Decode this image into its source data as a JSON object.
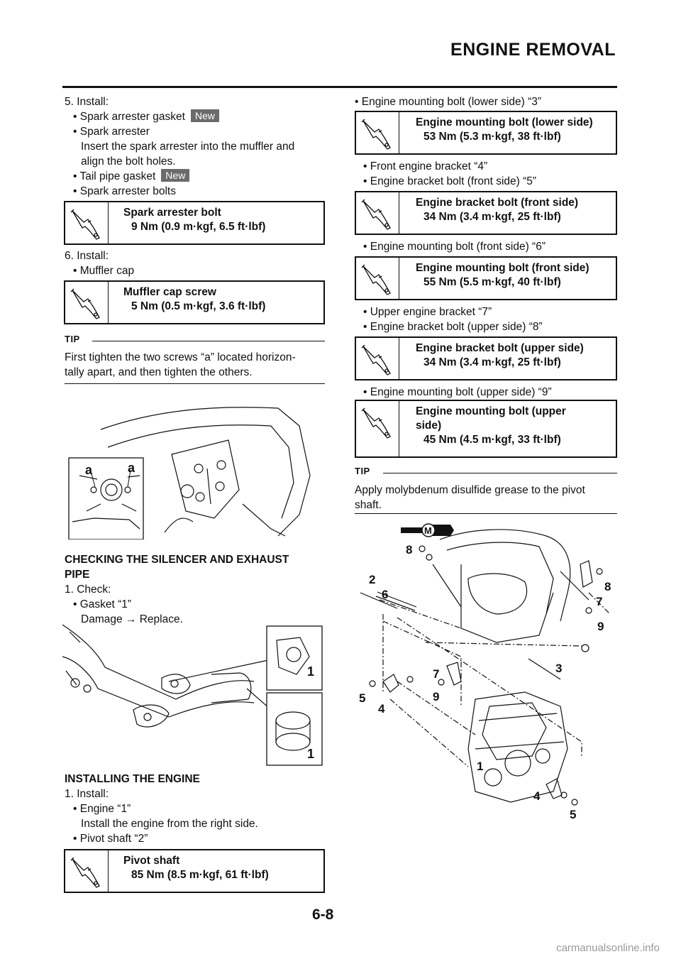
{
  "header": {
    "title": "ENGINE REMOVAL"
  },
  "left": {
    "step5": {
      "heading": "5.  Install:",
      "items": [
        {
          "text": "• Spark arrester gasket",
          "badge": "New"
        },
        {
          "text": "• Spark arrester"
        },
        {
          "text": "Insert the spark arrester into the muffler and"
        },
        {
          "text": "align the bolt holes."
        },
        {
          "text": "• Tail pipe gasket",
          "badge": "New"
        },
        {
          "text": "• Spark arrester bolts"
        }
      ],
      "spec": {
        "label": "Spark arrester bolt",
        "value": "9 Nm (0.9 m·kgf, 6.5 ft·lbf)"
      }
    },
    "step6": {
      "heading": "6.  Install:",
      "item": "• Muffler cap",
      "spec": {
        "label": "Muffler cap screw",
        "value": "5 Nm (0.5 m·kgf, 3.6 ft·lbf)"
      }
    },
    "tip1": {
      "label": "TIP",
      "lines": [
        "First tighten the two screws “a” located horizon-",
        "tally apart, and then tighten the others."
      ]
    },
    "figure1": {
      "labels": [
        "a",
        "a"
      ]
    },
    "checking": {
      "heading_lines": [
        "CHECKING THE SILENCER AND EXHAUST",
        "PIPE"
      ],
      "step": "1.  Check:",
      "item": "• Gasket “1”",
      "detail": "Damage → Replace."
    },
    "figure2": {
      "labels": [
        "1",
        "1"
      ]
    },
    "installing": {
      "heading": "INSTALLING THE ENGINE",
      "step": "1.  Install:",
      "item1": "• Engine “1”",
      "item1_detail": "Install the engine from the right side.",
      "item2": "• Pivot shaft “2”",
      "spec": {
        "label": "Pivot shaft",
        "value": "85 Nm (8.5 m·kgf, 61 ft·lbf)"
      }
    }
  },
  "right": {
    "b1": {
      "item": "• Engine mounting bolt (lower side) “3”",
      "spec": {
        "label": "Engine mounting bolt (lower side)",
        "value": "53 Nm (5.3 m·kgf, 38 ft·lbf)"
      }
    },
    "b2": {
      "items": [
        "• Front engine bracket “4”",
        "• Engine bracket bolt (front side) “5”"
      ],
      "spec": {
        "label": "Engine bracket bolt (front side)",
        "value": "34 Nm (3.4 m·kgf, 25 ft·lbf)"
      }
    },
    "b3": {
      "item": "• Engine mounting bolt (front side) “6”",
      "spec": {
        "label": "Engine mounting bolt (front side)",
        "value": "55 Nm (5.5 m·kgf, 40 ft·lbf)"
      }
    },
    "b4": {
      "items": [
        "• Upper engine bracket “7”",
        "• Engine bracket bolt (upper side) “8”"
      ],
      "spec": {
        "label": "Engine bracket bolt (upper side)",
        "value": "34 Nm (3.4 m·kgf, 25 ft·lbf)"
      }
    },
    "b5": {
      "item": "• Engine mounting bolt (upper side) “9”",
      "spec": {
        "label1": "Engine mounting bolt (upper",
        "label2": "side)",
        "value": "45 Nm (4.5 m·kgf, 33 ft·lbf)"
      }
    },
    "tip2": {
      "label": "TIP",
      "lines": [
        "Apply molybdenum disulfide grease to the pivot",
        "shaft."
      ]
    },
    "figure3": {
      "grease_mark": "M",
      "labels": [
        "8",
        "2",
        "6",
        "8",
        "7",
        "9",
        "3",
        "7",
        "9",
        "5",
        "4",
        "1",
        "4",
        "5"
      ]
    }
  },
  "footer": {
    "page": "6-8",
    "watermark": "carmanualsonline.info"
  }
}
